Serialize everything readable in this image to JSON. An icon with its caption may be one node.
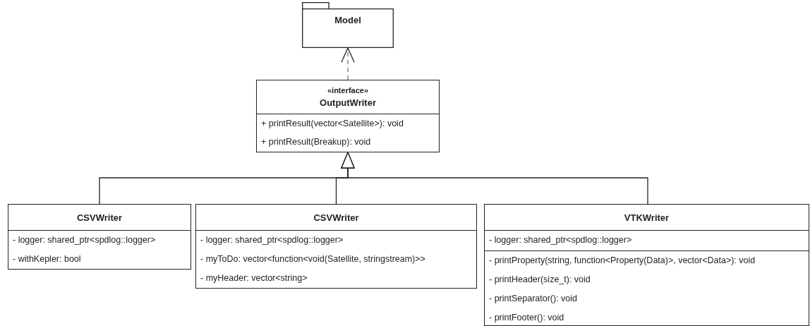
{
  "diagram": {
    "nodes": [
      {
        "text": [
          "Model"
        ]
      },
      {
        "text": [
          "«interface»",
          "OutputWriter",
          "+ printResult(vector<Satellite>): void",
          "+ printResult(Breakup): void"
        ]
      },
      {
        "text": [
          "CSVWriter",
          "- logger: shared_ptr<spdlog::logger>",
          "- withKepler: bool"
        ]
      },
      {
        "text": [
          "CSVWriter",
          "- logger: shared_ptr<spdlog::logger>",
          "- myToDo: vector<function<void(Satellite, stringstream)>>",
          "- myHeader: vector<string>"
        ]
      },
      {
        "text": [
          "VTKWriter",
          "- logger: shared_ptr<spdlog::logger>",
          "- printProperty(string, function<Property(Data)>, vector<Data>): void",
          "- printHeader(size_t): void",
          "- printSeparator(): void",
          "- printFooter(): void"
        ]
      }
    ],
    "edges": [
      {
        "from": 1,
        "to": 0,
        "arrow": "to",
        "style": "dashed"
      },
      {
        "from": 2,
        "to": 1,
        "arrow": "to"
      },
      {
        "from": 3,
        "to": 1,
        "arrow": "to"
      },
      {
        "from": 4,
        "to": 1,
        "arrow": "to"
      }
    ]
  }
}
